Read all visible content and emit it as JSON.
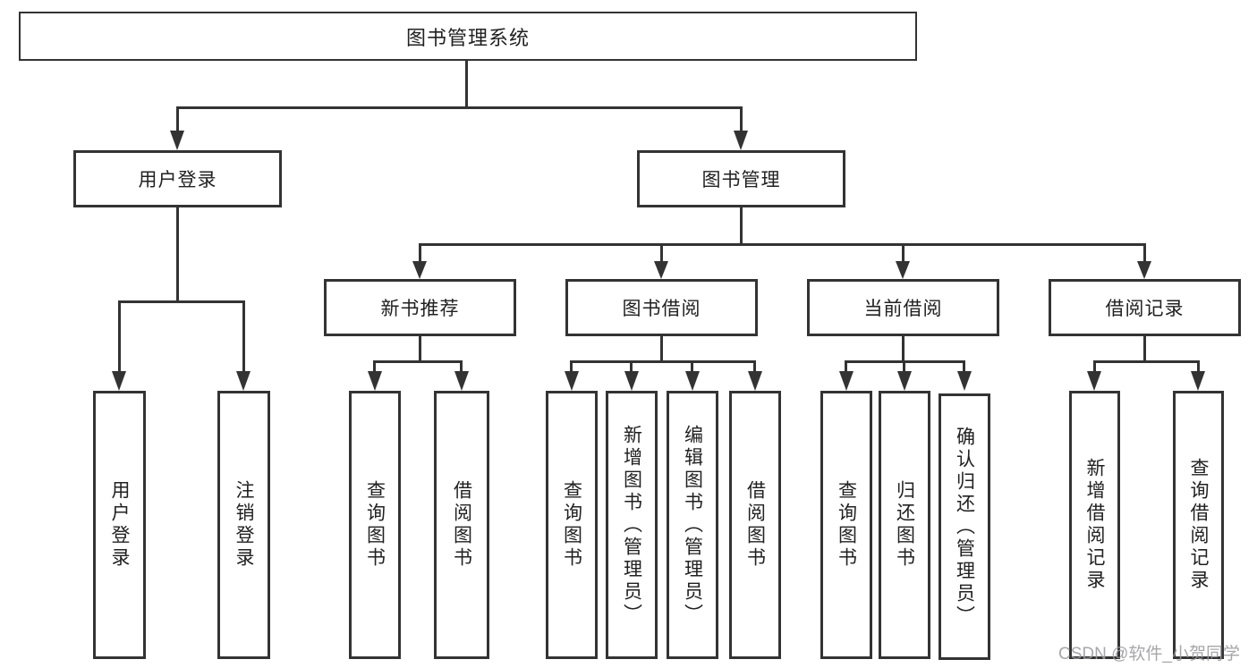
{
  "diagram": {
    "root": {
      "label": "图书管理系统"
    },
    "user_branch": {
      "label": "用户登录",
      "children": [
        {
          "label": "用户登录"
        },
        {
          "label": "注销登录"
        }
      ]
    },
    "mgmt_branch": {
      "label": "图书管理",
      "groups": [
        {
          "label": "新书推荐",
          "children": [
            {
              "label": "查询图书"
            },
            {
              "label": "借阅图书"
            }
          ]
        },
        {
          "label": "图书借阅",
          "children": [
            {
              "label": "查询图书"
            },
            {
              "label": "新增图书（管理员）"
            },
            {
              "label": "编辑图书（管理员）"
            },
            {
              "label": "借阅图书"
            }
          ]
        },
        {
          "label": "当前借阅",
          "children": [
            {
              "label": "查询图书"
            },
            {
              "label": "归还图书"
            },
            {
              "label": "确认归还（管理员）"
            }
          ]
        },
        {
          "label": "借阅记录",
          "children": [
            {
              "label": "新增借阅记录"
            },
            {
              "label": "查询借阅记录"
            }
          ]
        }
      ]
    }
  },
  "watermark": {
    "text": "CSDN @软件_小贺同学"
  },
  "colors": {
    "line": "#333333",
    "text": "#212121",
    "watermark": "#9b9ba0",
    "background": "#ffffff"
  }
}
